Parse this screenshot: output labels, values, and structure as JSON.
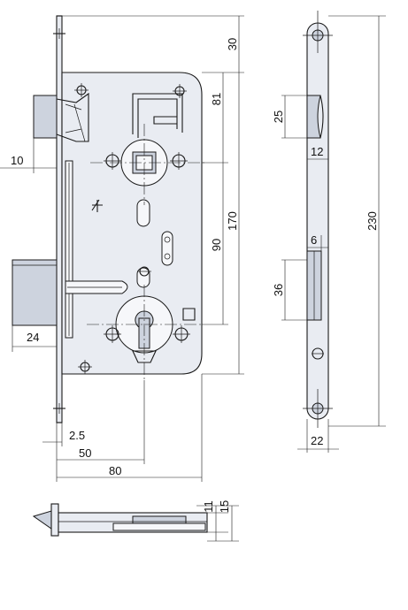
{
  "dimensions": {
    "d30": "30",
    "d81": "81",
    "d170": "170",
    "d90": "90",
    "d10": "10",
    "d24": "24",
    "d25": "25",
    "d12": "12",
    "d230": "230",
    "d6": "6",
    "d36": "36",
    "d22": "22",
    "d2_5": "2.5",
    "d50": "50",
    "d80": "80",
    "d11": "11",
    "d15": "15"
  },
  "colors": {
    "line": "#1a1a1a",
    "plate_fill": "#e9ecf2",
    "part_fill": "#cdd3de",
    "background": "#ffffff"
  }
}
